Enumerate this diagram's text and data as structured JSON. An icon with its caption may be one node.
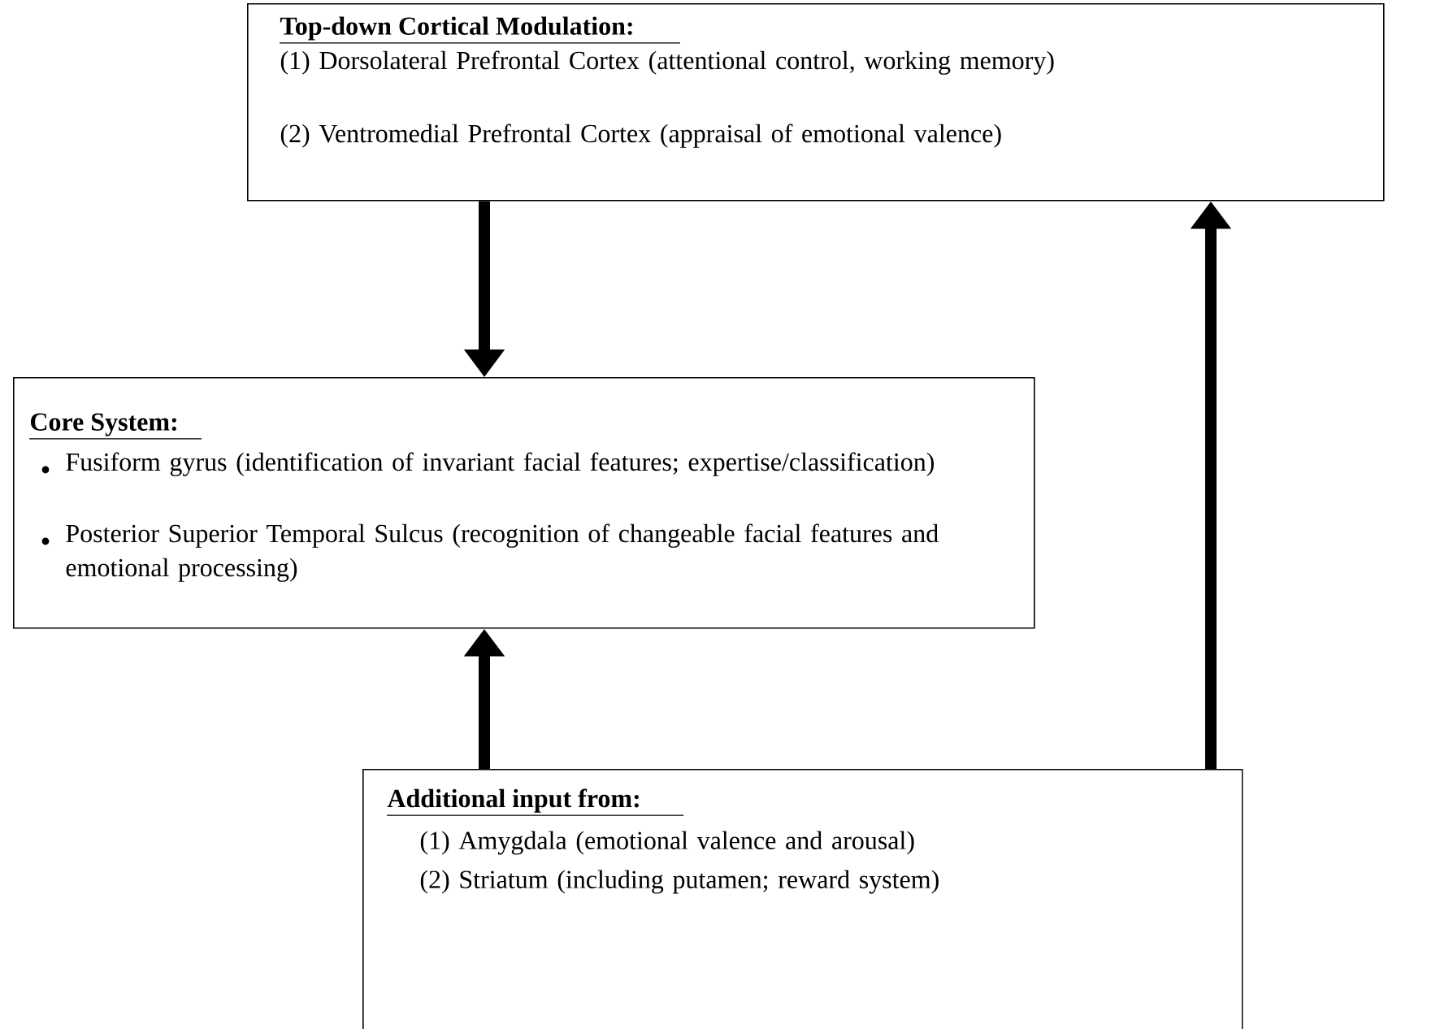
{
  "diagram": {
    "nodes": [
      {
        "text": [
          "Top-down Cortical Modulation:",
          "(1) Dorsolateral Prefrontal Cortex (attentional control, working memory)",
          "(2) Ventromedial Prefrontal Cortex (appraisal of emotional valence)"
        ]
      },
      {
        "text": [
          "Core System:",
          "Fusiform gyrus (identification of invariant facial features; expertise/classification)",
          "Posterior Superior Temporal Sulcus (recognition of changeable facial features and emotional processing)"
        ]
      },
      {
        "text": [
          "Additional input from:",
          "(1) Amygdala (emotional valence and arousal)",
          "(2) Striatum (including putamen; reward system)"
        ]
      }
    ],
    "edges": [
      {
        "from": 0,
        "to": 1,
        "arrow": "to"
      },
      {
        "from": 2,
        "to": 1,
        "arrow": "to"
      },
      {
        "from": 2,
        "to": 0,
        "arrow": "to"
      }
    ]
  }
}
